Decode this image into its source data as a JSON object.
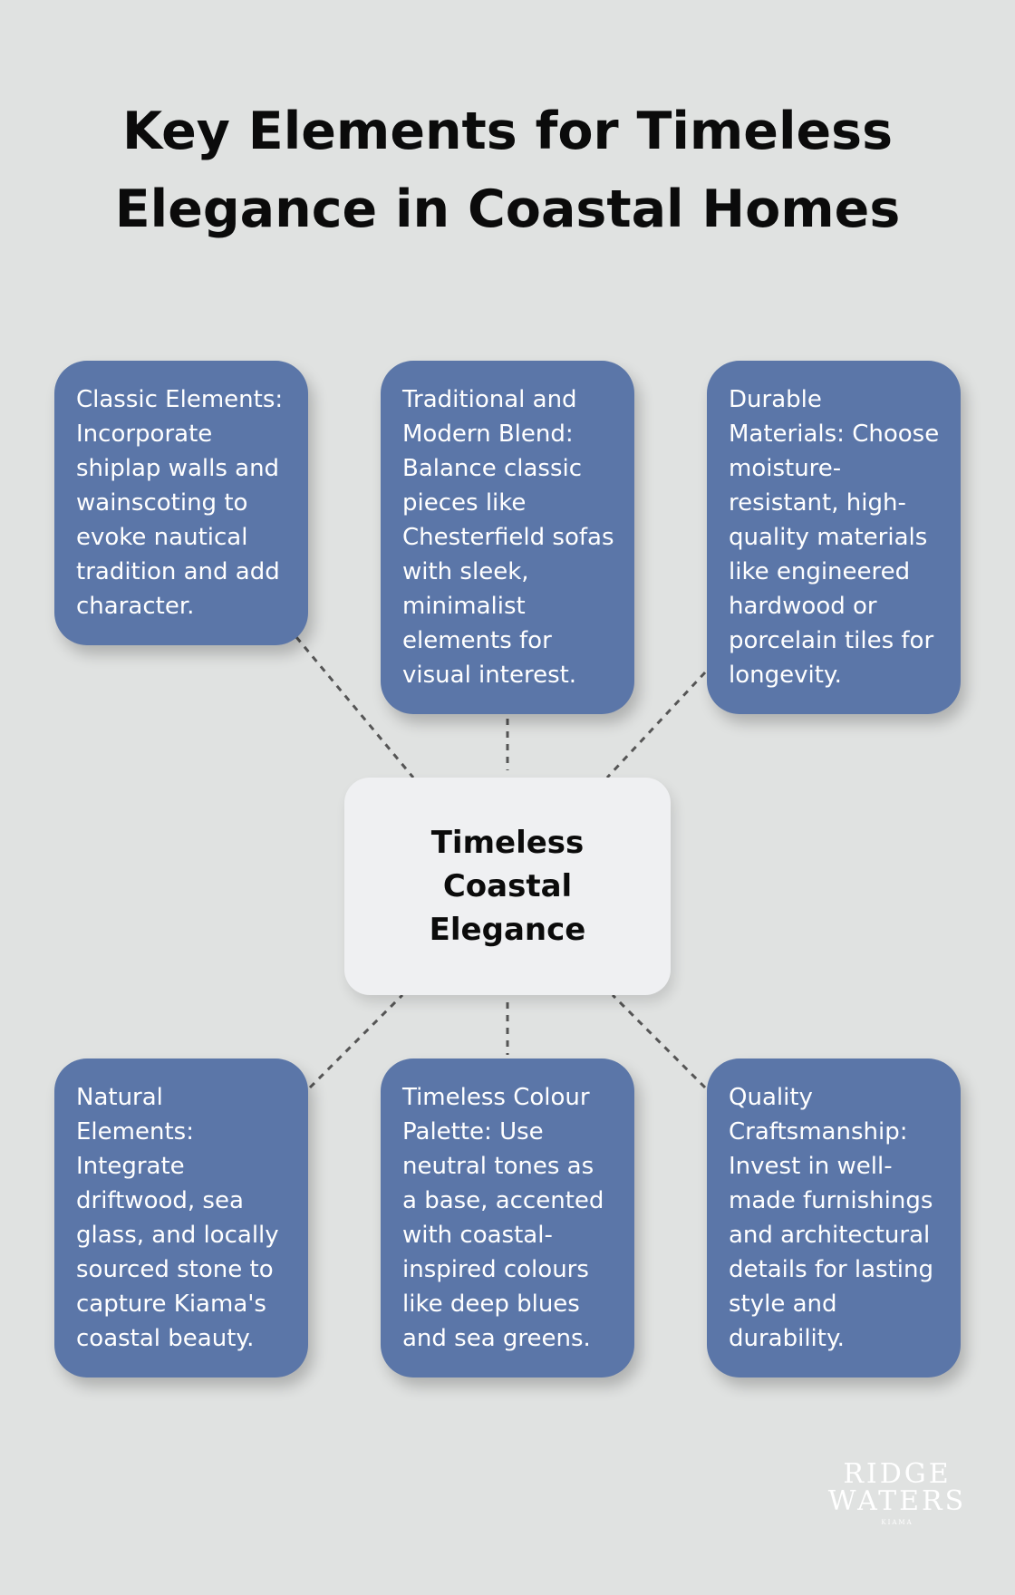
{
  "title": {
    "line1": "Key Elements for Timeless",
    "line2": "Elegance in Coastal Homes"
  },
  "center": {
    "label": "Timeless Coastal Elegance"
  },
  "cards": [
    {
      "text": "Classic Elements: Incorporate shiplap walls and wainscoting to evoke nautical tradition and add character."
    },
    {
      "text": "Traditional and Modern Blend: Balance classic pieces like Chesterfield sofas with sleek, minimalist elements for visual interest."
    },
    {
      "text": "Durable Materials: Choose moisture-resistant, high-quality materials like engineered hardwood or porcelain tiles for longevity."
    },
    {
      "text": "Natural Elements: Integrate driftwood, sea glass, and locally sourced stone to capture Kiama's coastal beauty."
    },
    {
      "text": "Timeless Colour Palette: Use neutral tones as a base, accented with coastal-inspired colours like deep blues and sea greens."
    },
    {
      "text": "Quality Craftsmanship: Invest in well-made furnishings and architectural details for lasting style and durability."
    }
  ],
  "logo": {
    "line1": "RIDGE",
    "line2": "WATERS",
    "line3": "KIAMA"
  },
  "colors": {
    "background": "#e0e2e1",
    "card": "#5b76a8",
    "center": "#eff0f2",
    "connector": "#555555"
  }
}
